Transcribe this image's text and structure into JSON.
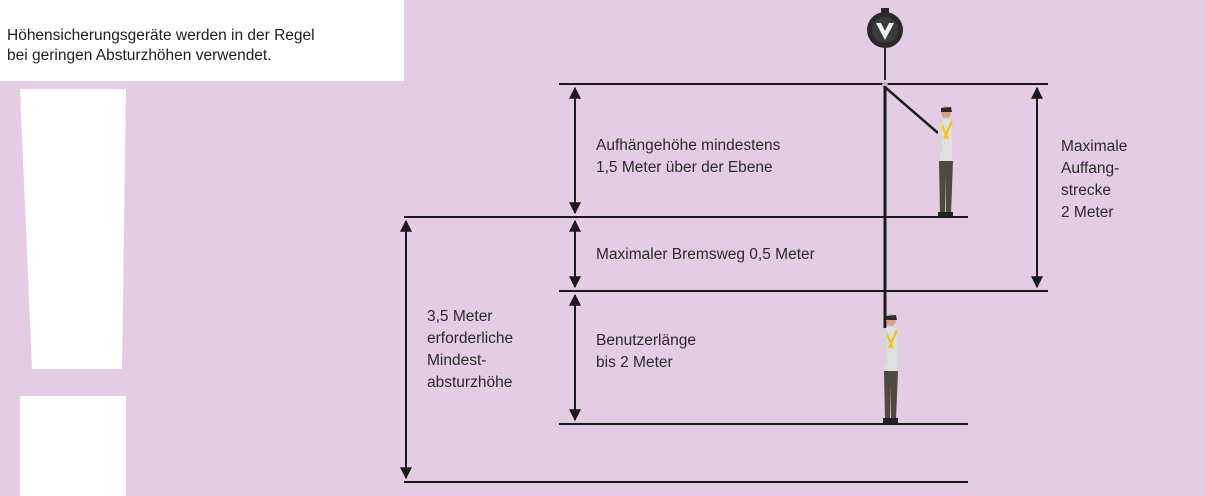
{
  "intro": {
    "line1": "Höhensicherungsgeräte werden in der Regel",
    "line2": "bei geringen Absturzhöhen verwendet."
  },
  "labels": {
    "anchor_height_line1": "Aufhängehöhe mindestens",
    "anchor_height_line2": "1,5 Meter über der Ebene",
    "braking_distance": "Maximaler Bremsweg 0,5 Meter",
    "user_length_line1": "Benutzerlänge",
    "user_length_line2": "bis 2 Meter",
    "min_fall_height_line1": "3,5 Meter",
    "min_fall_height_line2": "erforderliche",
    "min_fall_height_line3": "Mindest-",
    "min_fall_height_line4": "absturzhöhe",
    "arrest_distance_line1": "Maximale",
    "arrest_distance_line2": "Auffang-",
    "arrest_distance_line3": "strecke",
    "arrest_distance_line4": "2 Meter"
  },
  "colors": {
    "background": "#e4cce4",
    "panel": "#ffffff",
    "lines": "#1a1a1a"
  },
  "icons": [
    "exclamation-mark",
    "retractable-fall-arrester",
    "worker-with-harness"
  ]
}
